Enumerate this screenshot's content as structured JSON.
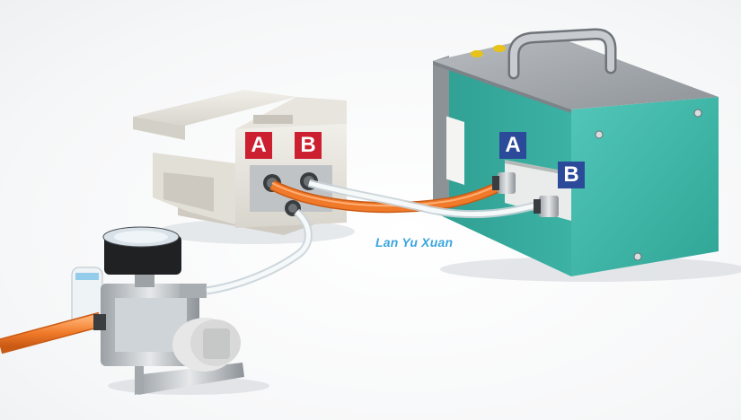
{
  "labels": {
    "pedal_port_a": "A",
    "pedal_port_b": "B",
    "box_port_a": "A",
    "box_port_b": "B"
  },
  "watermark": "Lan Yu Xuan",
  "colors": {
    "label_red": "#cc1f2f",
    "label_blue": "#2c4a9a",
    "box_teal": "#3fb9ab",
    "hose_orange": "#f07a2a",
    "watermark_blue": "#3aa6df"
  },
  "objects": [
    "foot-pedal-valve",
    "pneumatic-control-box",
    "air-pressure-regulator",
    "pressure-gauge",
    "orange-air-hose",
    "clear-tubing"
  ]
}
